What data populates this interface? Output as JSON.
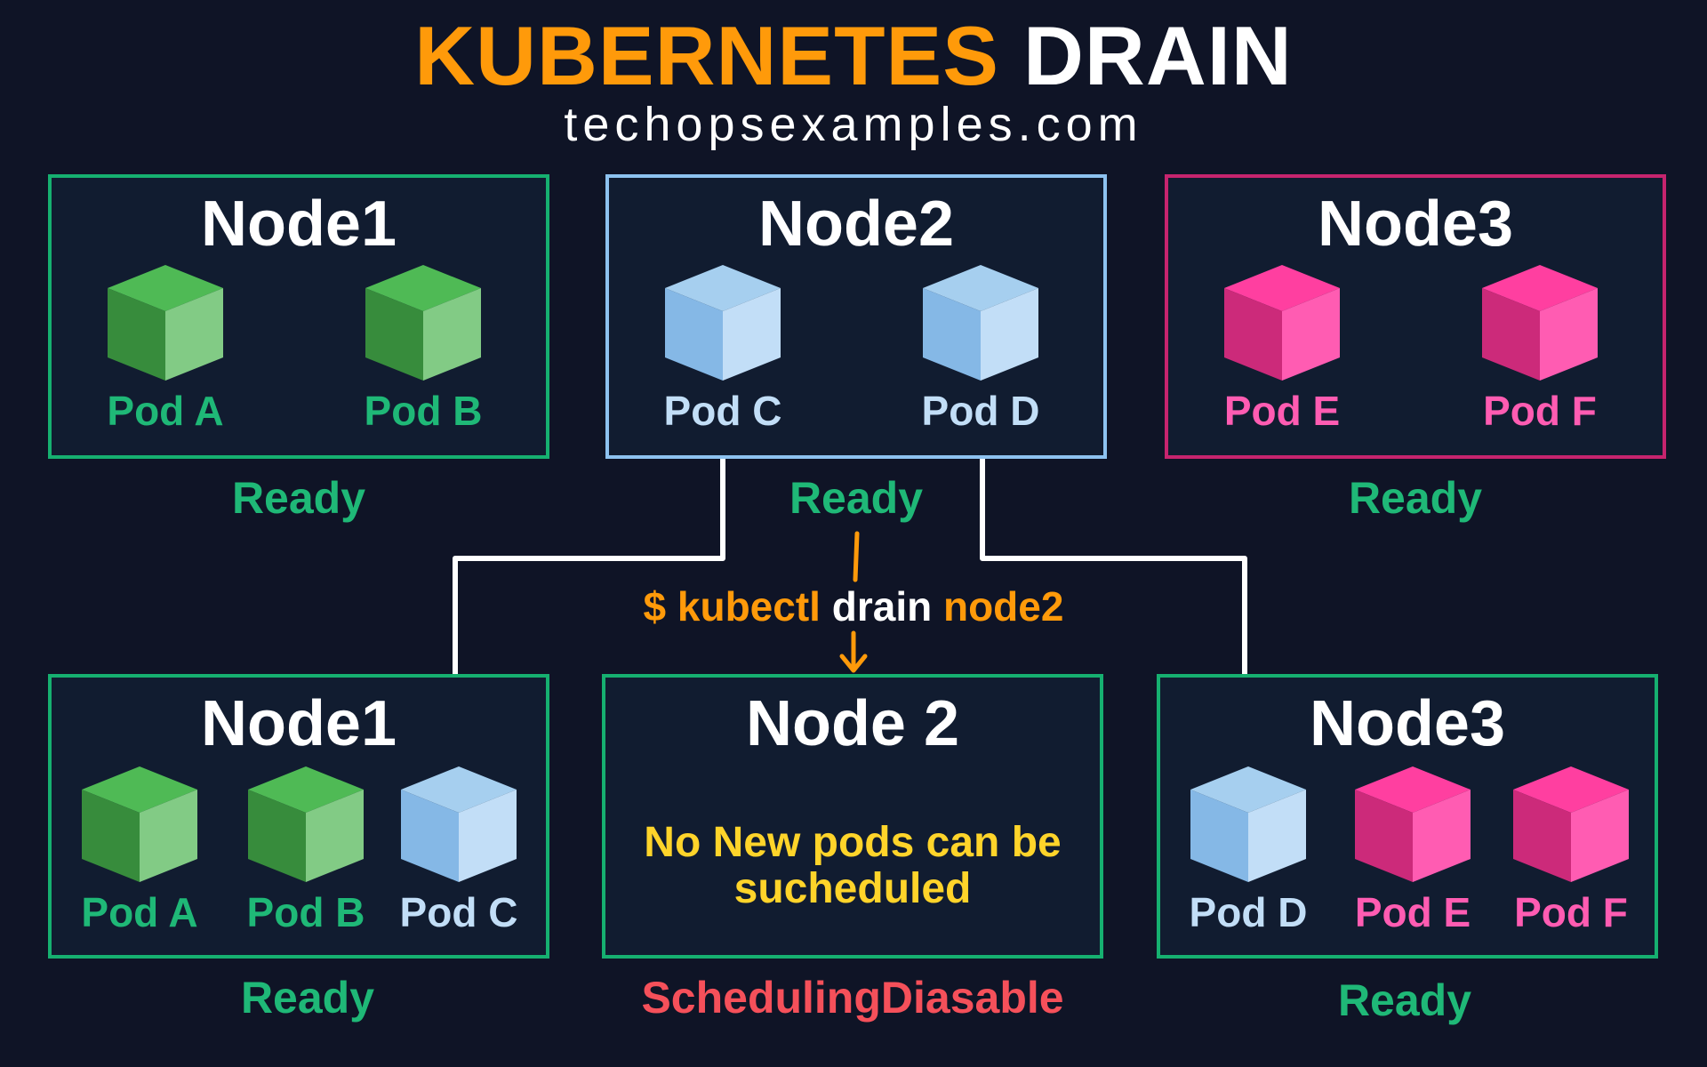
{
  "header": {
    "title_part1": "KUBERNETES",
    "title_part2": "DRAIN",
    "subtitle": "techopsexamples.com"
  },
  "before": {
    "node1": {
      "title": "Node1",
      "status": "Ready",
      "pods": [
        "Pod A",
        "Pod B"
      ]
    },
    "node2": {
      "title": "Node2",
      "status": "Ready",
      "pods": [
        "Pod C",
        "Pod D"
      ]
    },
    "node3": {
      "title": "Node3",
      "status": "Ready",
      "pods": [
        "Pod E",
        "Pod F"
      ]
    }
  },
  "command": {
    "prefix": "$ kubectl",
    "verb": "drain",
    "target": "node2"
  },
  "after": {
    "node1": {
      "title": "Node1",
      "status": "Ready",
      "pods": [
        "Pod A",
        "Pod B",
        "Pod C"
      ]
    },
    "node2": {
      "title": "Node 2",
      "status": "SchedulingDiasable",
      "note_line1": "No New pods can be",
      "note_line2": "sucheduled"
    },
    "node3": {
      "title": "Node3",
      "status": "Ready",
      "pods": [
        "Pod D",
        "Pod E",
        "Pod F"
      ]
    }
  },
  "colors": {
    "background": "#0f1426",
    "orange": "#ff9a0a",
    "green_border": "#16b070",
    "green_text": "#1fb877",
    "blue_border": "#8dc2f0",
    "blue_text": "#c2def7",
    "pink_border": "#c6246e",
    "pink_text": "#ff5cb2",
    "yellow_note": "#ffd42a",
    "red_status": "#f5505a",
    "connector": "#ffffff"
  },
  "icons": {
    "pod": "cube-icon",
    "arrow": "arrow-down-icon"
  }
}
